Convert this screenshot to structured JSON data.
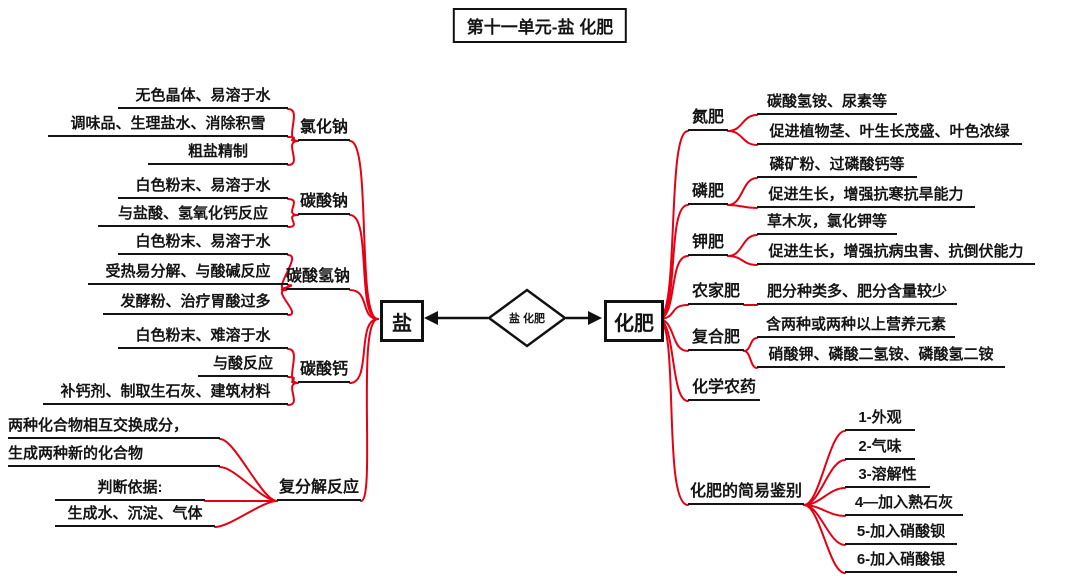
{
  "title": "第十一单元-盐 化肥",
  "center": {
    "diamond_label": "盐 化肥",
    "left_root": "盐",
    "right_root": "化肥"
  },
  "salt": {
    "branches": [
      {
        "label": "氯化钠",
        "leaves": [
          "无色晶体、易溶于水",
          "调味品、生理盐水、消除积雪",
          "粗盐精制"
        ]
      },
      {
        "label": "碳酸钠",
        "leaves": [
          "白色粉末、易溶于水",
          "与盐酸、氢氧化钙反应"
        ]
      },
      {
        "label": "碳酸氢钠",
        "leaves": [
          "白色粉末、易溶于水",
          "受热易分解、与酸碱反应",
          "发酵粉、治疗胃酸过多"
        ]
      },
      {
        "label": "碳酸钙",
        "leaves": [
          "白色粉末、难溶于水",
          "与酸反应",
          "补钙剂、制取生石灰、建筑材料"
        ]
      },
      {
        "label": "复分解反应",
        "leaves": [
          "两种化合物相互交换成分，",
          "生成两种新的化合物",
          "判断依据:",
          "生成水、沉淀、气体"
        ]
      }
    ]
  },
  "fertilizer": {
    "branches": [
      {
        "label": "氮肥",
        "leaves": [
          "碳酸氢铵、尿素等",
          "促进植物茎、叶生长茂盛、叶色浓绿"
        ]
      },
      {
        "label": "磷肥",
        "leaves": [
          "磷矿粉、过磷酸钙等",
          "促进生长，增强抗寒抗旱能力"
        ]
      },
      {
        "label": "钾肥",
        "leaves": [
          "草木灰，氯化钾等",
          "促进生长，增强抗病虫害、抗倒伏能力"
        ]
      },
      {
        "label": "农家肥",
        "leaves": [
          "肥分种类多、肥分含量较少"
        ]
      },
      {
        "label": "复合肥",
        "leaves": [
          "含两种或两种以上营养元素",
          "硝酸钾、磷酸二氢铵、磷酸氢二铵"
        ]
      },
      {
        "label": "化学农药",
        "leaves": []
      },
      {
        "label": "化肥的简易鉴别",
        "leaves": [
          "1-外观",
          "2-气味",
          "3-溶解性",
          "4—加入熟石灰",
          "5-加入硝酸钡",
          "6-加入硝酸银"
        ]
      }
    ]
  },
  "colors": {
    "connector": "#e60013",
    "ink": "#141414"
  }
}
